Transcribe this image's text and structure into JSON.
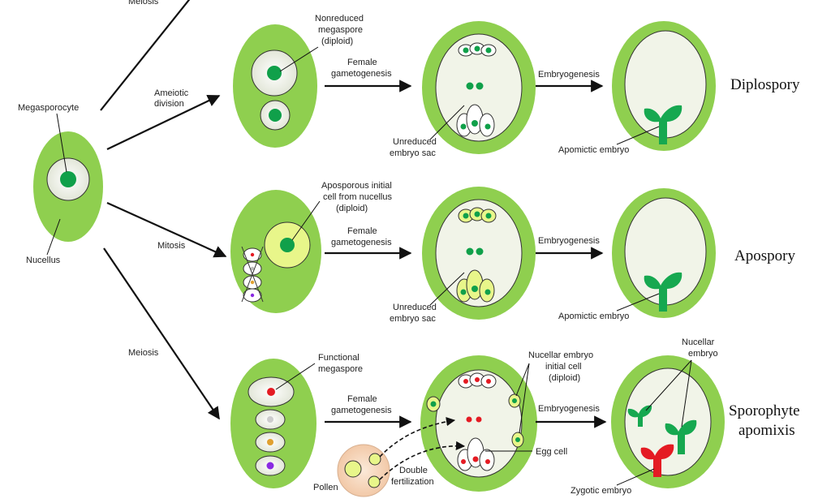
{
  "colors": {
    "ovule_green": "#8fcf4f",
    "inner_white": "#f1f4e8",
    "nucleus_green": "#10a04a",
    "embryo_green": "#16a850",
    "embryo_red": "#e41b23",
    "pale_yellow": "#e8f68a",
    "arrow": "#111111"
  },
  "source": {
    "megasporocyte": "Megasporocyte",
    "nucellus": "Nucellus"
  },
  "branches": {
    "meiosis_top": "Meiosis",
    "ameiotic_line1": "Ameiotic",
    "ameiotic_line2": "division",
    "mitosis": "Mitosis",
    "meiosis_bottom": "Meiosis"
  },
  "rows": [
    {
      "initial_label": [
        "Nonreduced",
        "megaspore",
        "(diploid)"
      ],
      "step1": [
        "Female",
        "gametogenesis"
      ],
      "sac_label": [
        "Unreduced",
        "embryo sac"
      ],
      "step2": "Embryogenesis",
      "embryo_label": "Apomictic embryo",
      "title": [
        "Diplospory"
      ]
    },
    {
      "initial_label": [
        "Aposporous initial",
        "cell from nucellus",
        "(diploid)"
      ],
      "step1": [
        "Female",
        "gametogenesis"
      ],
      "sac_label": [
        "Unreduced",
        "embryo sac"
      ],
      "step2": "Embryogenesis",
      "embryo_label": "Apomictic embryo",
      "title": [
        "Apospory"
      ]
    },
    {
      "initial_label": [
        "Functional",
        "megaspore"
      ],
      "step1": [
        "Female",
        "gametogenesis"
      ],
      "nucellar_initial": [
        "Nucellar embryo",
        "initial cell",
        "(diploid)"
      ],
      "egg_cell": "Egg cell",
      "pollen": "Pollen",
      "double_fert": [
        "Double",
        "fertilization"
      ],
      "step2": "Embryogenesis",
      "nucellar_embryo": [
        "Nucellar",
        "embryo"
      ],
      "zygotic_embryo": "Zygotic embryo",
      "title": [
        "Sporophyte",
        "apomixis"
      ]
    }
  ]
}
